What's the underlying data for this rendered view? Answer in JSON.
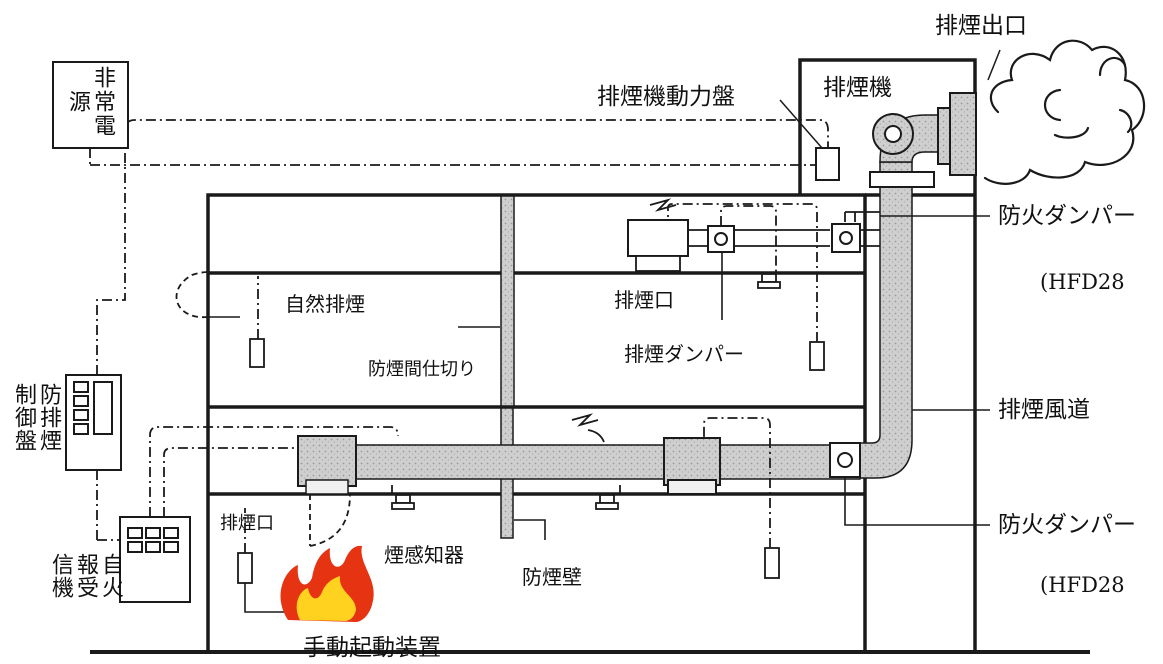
{
  "labels": {
    "exhaust_outlet": "排煙出口",
    "exhaust_fan": "排煙機",
    "fan_power_panel": "排煙機動力盤",
    "fire_damper_top": "防火ダンパー",
    "hfd_top": "(HFD28",
    "natural_smoke": "自然排煙",
    "exhaust_port_upper": "排煙口",
    "exhaust_damper": "排煙ダンパー",
    "smoke_partition": "防煙間仕切り",
    "exhaust_duct": "排煙風道",
    "fire_damper_bottom": "防火ダンパー",
    "hfd_bottom": "(HFD28",
    "exhaust_port_lower": "排煙口",
    "smoke_detector": "煙感知器",
    "smoke_wall": "防煙壁",
    "manual_starter": "手動起動装置",
    "emergency_power": "非常電源",
    "smoke_control_panel": "防排煙制御盤",
    "fire_alarm_receiver": "自火報受信機"
  },
  "colors": {
    "line": "#1a1a1a",
    "duct_fill": "#c8c8c8",
    "flame_outer": "#e63312",
    "flame_inner": "#ffd21f"
  }
}
